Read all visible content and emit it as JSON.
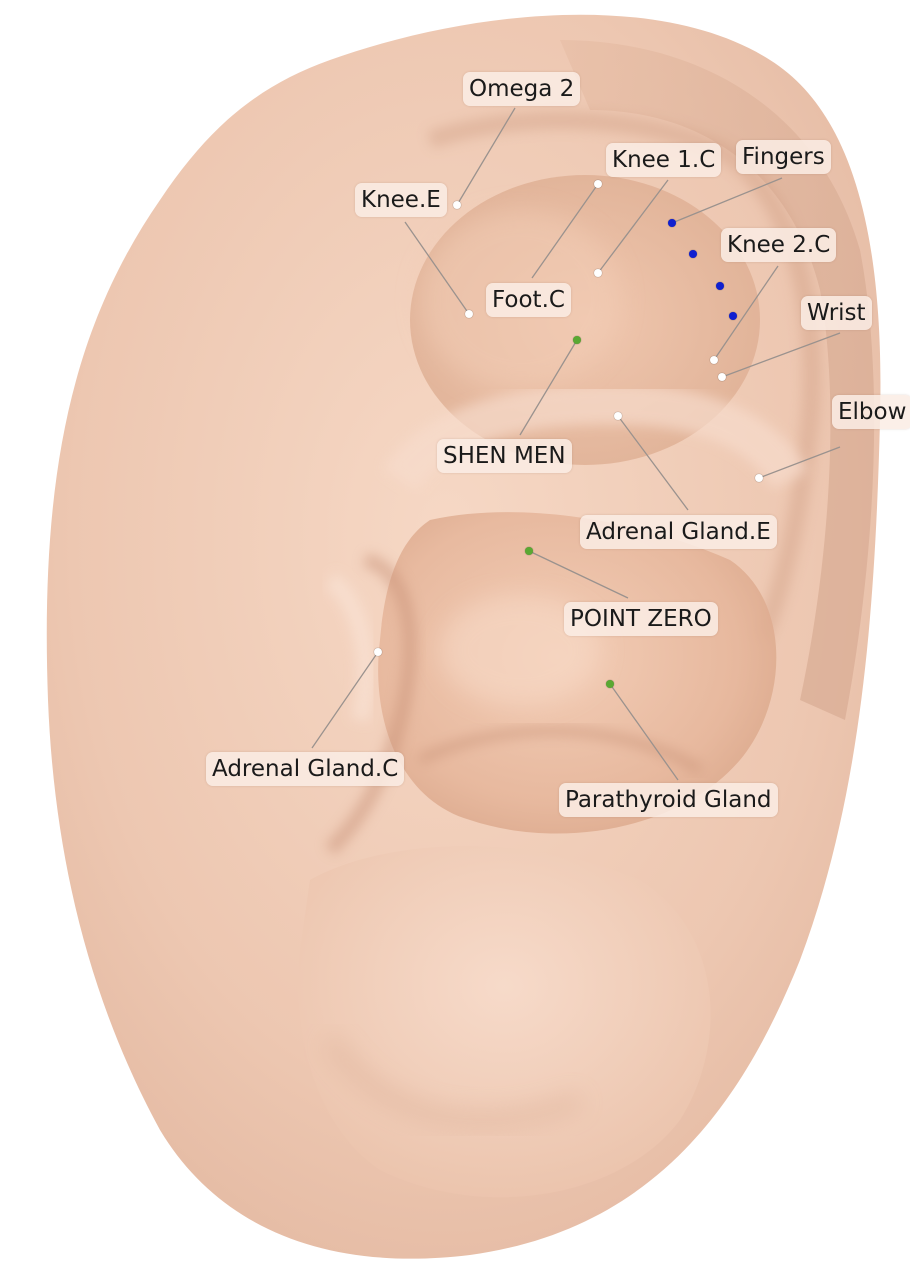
{
  "colors": {
    "white_point": "#ffffff",
    "blue_point": "#1020d0",
    "green_point": "#5aa832",
    "skin_base": "#ecc7b2",
    "leader_line": "#9a928e"
  },
  "points": [
    {
      "id": "omega-2",
      "label": "Omega 2",
      "color": "white"
    },
    {
      "id": "knee-e",
      "label": "Knee.E",
      "color": "white"
    },
    {
      "id": "knee-1-c",
      "label": "Knee 1.C",
      "color": "white"
    },
    {
      "id": "fingers",
      "label": "Fingers",
      "color": "blue"
    },
    {
      "id": "knee-2-c",
      "label": "Knee 2.C",
      "color": "white"
    },
    {
      "id": "foot-c",
      "label": "Foot.C",
      "color": "white"
    },
    {
      "id": "wrist",
      "label": "Wrist",
      "color": "white"
    },
    {
      "id": "elbow",
      "label": "Elbow",
      "color": "white"
    },
    {
      "id": "shen-men",
      "label": "SHEN MEN",
      "color": "green"
    },
    {
      "id": "adrenal-gland-e",
      "label": "Adrenal Gland.E",
      "color": "white"
    },
    {
      "id": "point-zero",
      "label": "POINT ZERO",
      "color": "green"
    },
    {
      "id": "adrenal-gland-c",
      "label": "Adrenal Gland.C",
      "color": "white"
    },
    {
      "id": "parathyroid-gland",
      "label": "Parathyroid Gland",
      "color": "green"
    }
  ],
  "unlabeled_points": [
    {
      "id": "blue-2",
      "color": "blue"
    },
    {
      "id": "blue-3",
      "color": "blue"
    },
    {
      "id": "blue-4",
      "color": "blue"
    }
  ]
}
